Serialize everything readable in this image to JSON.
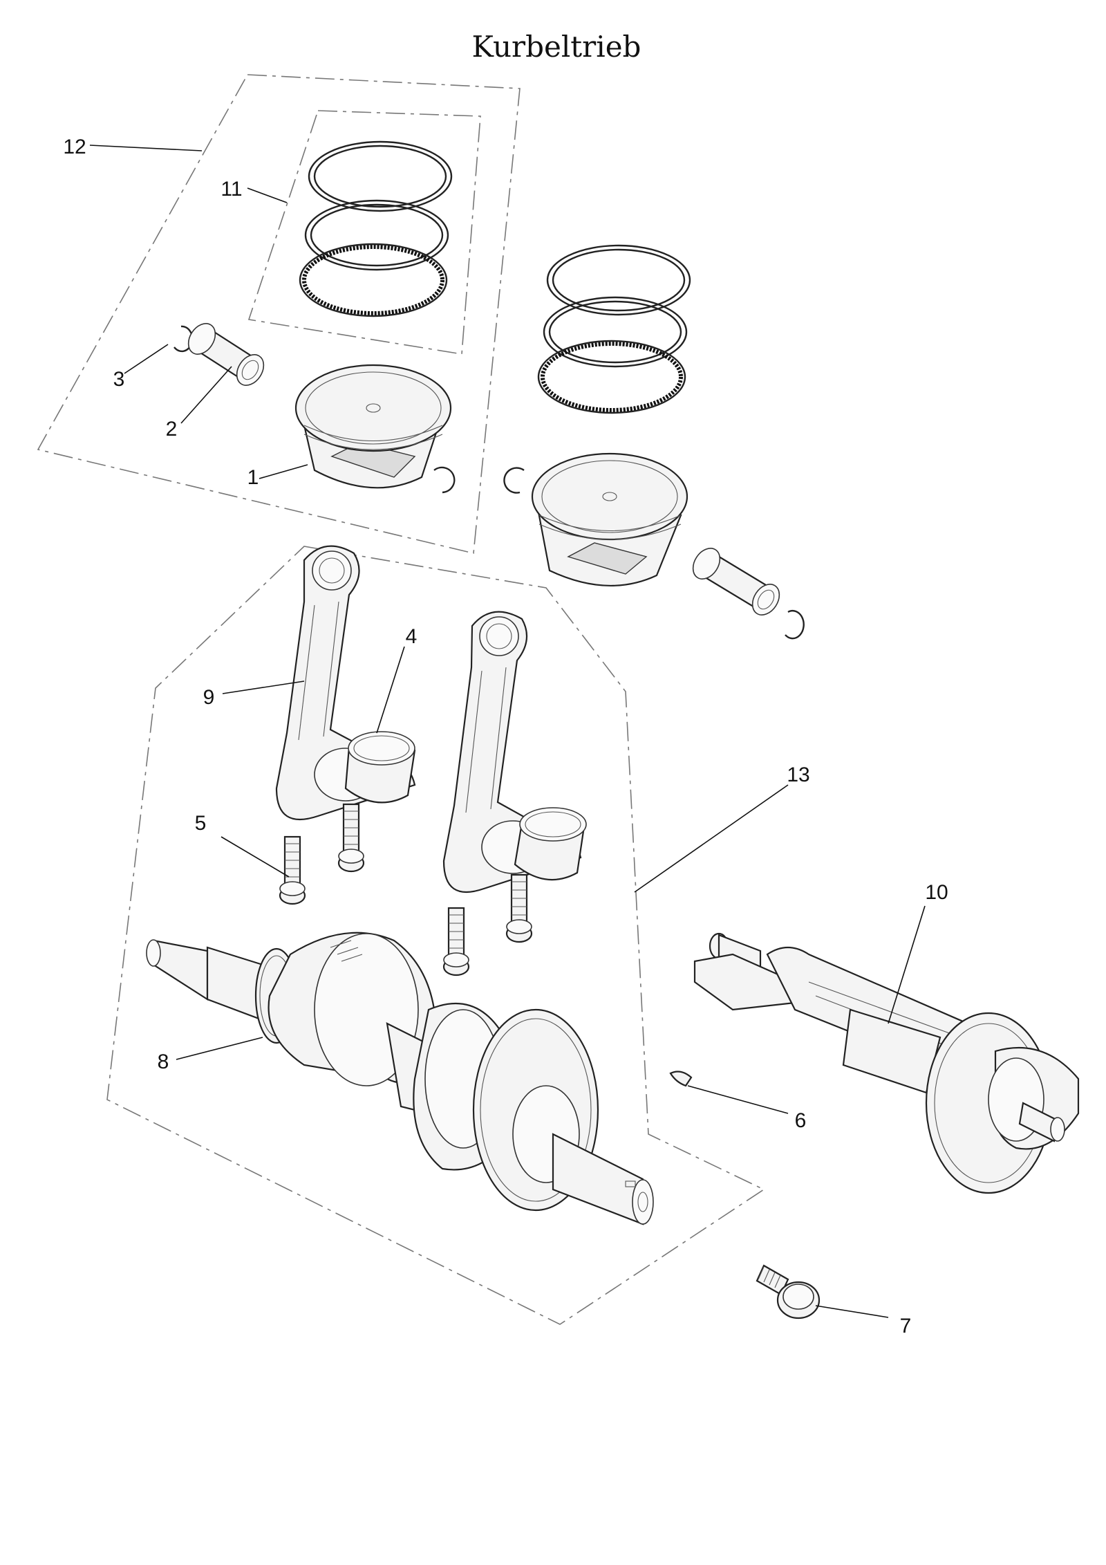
{
  "title": "Kurbeltrieb",
  "callouts": [
    {
      "id": "c1",
      "label": "1"
    },
    {
      "id": "c2",
      "label": "2"
    },
    {
      "id": "c3",
      "label": "3"
    },
    {
      "id": "c4",
      "label": "4"
    },
    {
      "id": "c5",
      "label": "5"
    },
    {
      "id": "c6",
      "label": "6"
    },
    {
      "id": "c7",
      "label": "7"
    },
    {
      "id": "c8",
      "label": "8"
    },
    {
      "id": "c9",
      "label": "9"
    },
    {
      "id": "c10",
      "label": "10"
    },
    {
      "id": "c11",
      "label": "11"
    },
    {
      "id": "c12",
      "label": "12"
    },
    {
      "id": "c13",
      "label": "13"
    }
  ]
}
